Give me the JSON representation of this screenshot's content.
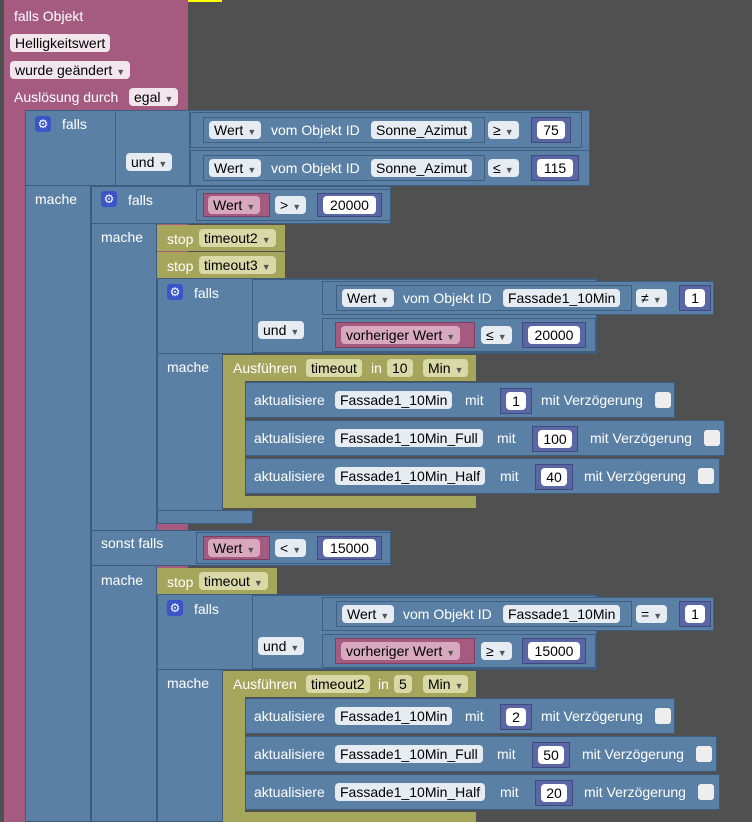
{
  "trigger": {
    "falls_objekt": "falls Objekt",
    "object_name": "Helligkeitswert",
    "change_mode": "wurde geändert",
    "ausloesung_label": "Auslösung durch",
    "ausloesung_value": "egal"
  },
  "labels": {
    "falls": "falls",
    "und": "und",
    "mache": "mache",
    "sonst_falls": "sonst falls",
    "stop": "stop",
    "wert": "Wert",
    "vom_objekt_id": "vom Objekt ID",
    "vorheriger_wert": "vorheriger Wert",
    "ausfuehren": "Ausführen",
    "in": "in",
    "min": "Min",
    "aktualisiere": "aktualisiere",
    "mit": "mit",
    "mit_verzoegerung": "mit Verzögerung"
  },
  "if1": {
    "cond1": {
      "object": "Sonne_Azimut",
      "op": "≥",
      "value": "75"
    },
    "cond2": {
      "object": "Sonne_Azimut",
      "op": "≤",
      "value": "115"
    }
  },
  "if2": {
    "cond": {
      "op": ">",
      "value": "20000"
    },
    "stops": [
      "timeout2",
      "timeout3"
    ],
    "inner": {
      "cond1": {
        "object": "Fassade1_10Min",
        "op": "≠",
        "value": "1"
      },
      "cond2": {
        "op": "≤",
        "value": "20000"
      },
      "timeout": {
        "name": "timeout",
        "value": "10",
        "unit": "Min"
      },
      "updates": [
        {
          "object": "Fassade1_10Min",
          "value": "1"
        },
        {
          "object": "Fassade1_10Min_Full",
          "value": "100"
        },
        {
          "object": "Fassade1_10Min_Half",
          "value": "40"
        }
      ]
    }
  },
  "elseif": {
    "cond": {
      "op": "<",
      "value": "15000"
    },
    "stop": "timeout",
    "inner": {
      "cond1": {
        "object": "Fassade1_10Min",
        "op": "=",
        "value": "1"
      },
      "cond2": {
        "op": "≥",
        "value": "15000"
      },
      "timeout": {
        "name": "timeout2",
        "value": "5",
        "unit": "Min"
      },
      "updates": [
        {
          "object": "Fassade1_10Min",
          "value": "2"
        },
        {
          "object": "Fassade1_10Min_Full",
          "value": "50"
        },
        {
          "object": "Fassade1_10Min_Half",
          "value": "20"
        }
      ]
    }
  }
}
